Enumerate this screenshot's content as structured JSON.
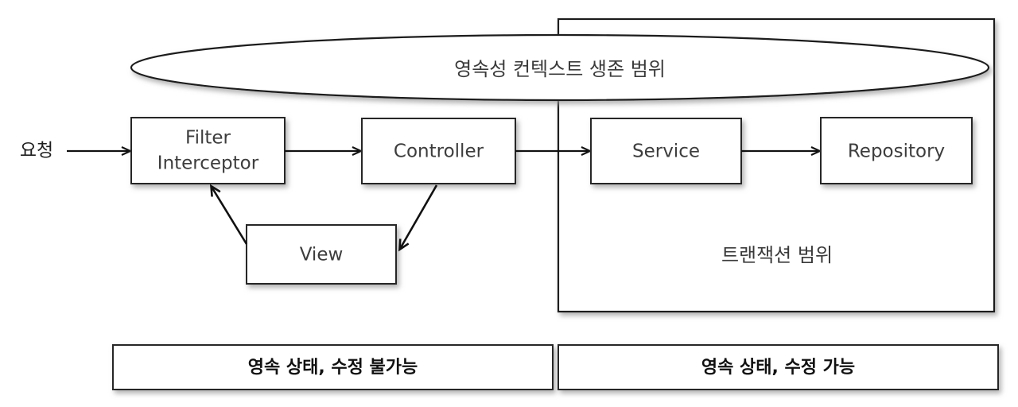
{
  "diagram": {
    "title_text": "영속성 컨텍스트 생존 범위",
    "entry": {
      "label": "요청",
      "arrow_icon": "arrow-right-icon"
    },
    "nodes": [
      {
        "id": "filter-interceptor",
        "line1": "Filter",
        "line2": "Interceptor"
      },
      {
        "id": "controller",
        "line1": "Controller",
        "line2": ""
      },
      {
        "id": "service",
        "line1": "Service",
        "line2": ""
      },
      {
        "id": "repository",
        "line1": "Repository",
        "line2": ""
      },
      {
        "id": "view",
        "line1": "View",
        "line2": ""
      }
    ],
    "scopes": [
      {
        "id": "persistence-context-scope",
        "shape": "ellipse",
        "label": "영속성 컨텍스트 생존 범위"
      },
      {
        "id": "transaction-scope",
        "shape": "rectangle",
        "label": "트랜잭션 범위"
      }
    ],
    "legends": [
      {
        "id": "legend-left",
        "label": "영속 상태, 수정 불가능"
      },
      {
        "id": "legend-right",
        "label": "영속 상태, 수정 가능"
      }
    ],
    "colors": {
      "stroke": "#1a1a1a",
      "text": "#3d3d3d",
      "background": "#ffffff",
      "legend_text": "#111111"
    }
  }
}
